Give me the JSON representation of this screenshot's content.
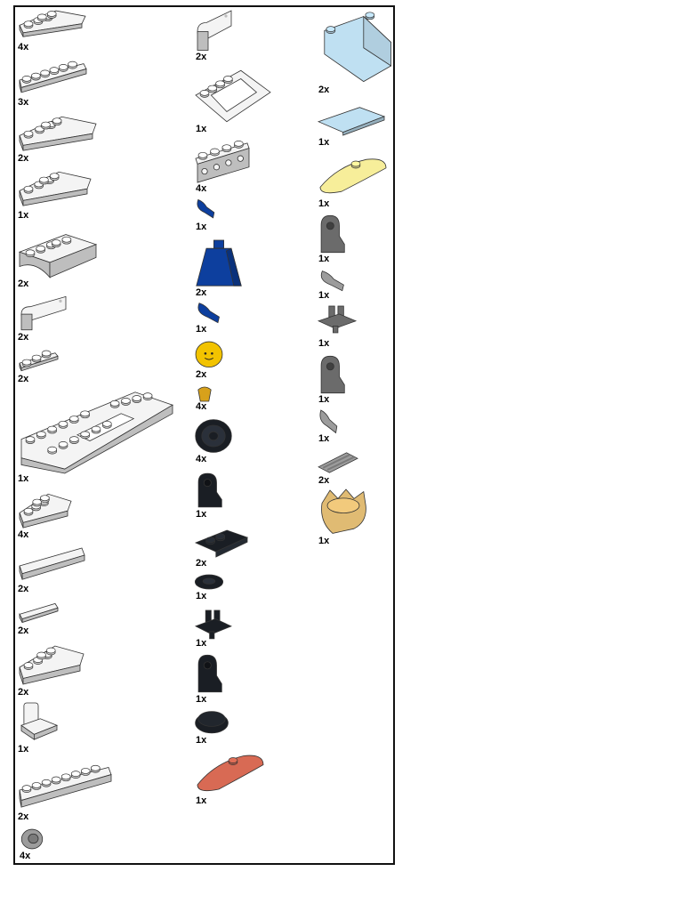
{
  "colors": {
    "white": "#f4f4f4",
    "white_shade": "#c8c8c8",
    "blue": "#0d3f9e",
    "yellow": "#f2c300",
    "pearl_gold": "#d7a11b",
    "black": "#1a1e24",
    "dark_gray": "#6b6b6b",
    "light_gray": "#9c9c9c",
    "trans_clear_blue": "#bfe0f2",
    "trans_yellow": "#f7ee9a",
    "trans_red": "#d86a54",
    "tan_gold": "#e0bb73",
    "outline": "#333333"
  },
  "columns": [
    {
      "items": [
        {
          "icon": "white-wedge-plate-icon",
          "color": "white",
          "qty": "4x"
        },
        {
          "icon": "white-plate-1x4-icon",
          "color": "white",
          "qty": "3x"
        },
        {
          "icon": "white-wedge-plate-left-icon",
          "color": "white",
          "qty": "2x"
        },
        {
          "icon": "white-wedge-plate-cut-icon",
          "color": "white",
          "qty": "1x"
        },
        {
          "icon": "white-wheel-arch-plate-icon",
          "color": "white",
          "qty": "2x"
        },
        {
          "icon": "white-door-panel-icon",
          "color": "white",
          "qty": "2x"
        },
        {
          "icon": "white-plate-1x2-icon",
          "color": "white",
          "qty": "2x"
        },
        {
          "icon": "white-large-frame-plate-icon",
          "color": "white",
          "qty": "1x"
        },
        {
          "icon": "white-wedge-plate-small-icon",
          "color": "white",
          "qty": "4x"
        },
        {
          "icon": "white-tile-1x6-icon",
          "color": "white",
          "qty": "2x"
        },
        {
          "icon": "white-tile-1x2-icon",
          "color": "white",
          "qty": "2x"
        },
        {
          "icon": "white-wedge-plate-right-icon",
          "color": "white",
          "qty": "2x"
        },
        {
          "icon": "white-bracket-clip-icon",
          "color": "white",
          "qty": "1x"
        },
        {
          "icon": "white-plate-1x8-icon",
          "color": "white",
          "qty": "2x"
        },
        {
          "icon": "light-gray-pin-connector-icon",
          "color": "light_gray",
          "qty": "4x"
        }
      ]
    },
    {
      "items": [
        {
          "icon": "gray-door-icon",
          "color": "white",
          "qty": "2x"
        },
        {
          "icon": "white-hinge-frame-icon",
          "color": "white",
          "qty": "1x"
        },
        {
          "icon": "white-technic-brick-icon",
          "color": "white",
          "qty": "4x"
        },
        {
          "icon": "blue-minifig-arm-icon",
          "color": "blue",
          "qty": "1x"
        },
        {
          "icon": "blue-minifig-torso-icon",
          "color": "blue",
          "qty": "2x"
        },
        {
          "icon": "blue-minifig-arm-right-icon",
          "color": "blue",
          "qty": "1x"
        },
        {
          "icon": "yellow-minifig-head-icon",
          "color": "yellow",
          "qty": "2x"
        },
        {
          "icon": "gold-minifig-hand-icon",
          "color": "pearl_gold",
          "qty": "4x"
        },
        {
          "icon": "black-tire-icon",
          "color": "black",
          "qty": "4x"
        },
        {
          "icon": "black-minifig-leg-icon",
          "color": "black",
          "qty": "1x"
        },
        {
          "icon": "black-plate-with-pins-icon",
          "color": "black",
          "qty": "2x"
        },
        {
          "icon": "black-round-plate-icon",
          "color": "black",
          "qty": "1x"
        },
        {
          "icon": "black-hips-icon",
          "color": "black",
          "qty": "1x"
        },
        {
          "icon": "black-minifig-leg-right-icon",
          "color": "black",
          "qty": "1x"
        },
        {
          "icon": "black-minifig-cap-icon",
          "color": "black",
          "qty": "1x"
        },
        {
          "icon": "trans-red-curved-slope-icon",
          "color": "trans_red",
          "qty": "1x"
        }
      ]
    },
    {
      "items": [
        {
          "icon": "trans-clear-windscreen-icon",
          "color": "trans_clear_blue",
          "qty": "2x"
        },
        {
          "icon": "trans-clear-tile-icon",
          "color": "trans_clear_blue",
          "qty": "1x"
        },
        {
          "icon": "trans-yellow-curved-slope-icon",
          "color": "trans_yellow",
          "qty": "1x"
        },
        {
          "icon": "dark-gray-minifig-leg-icon",
          "color": "dark_gray",
          "qty": "1x"
        },
        {
          "icon": "gray-minifig-arm-icon",
          "color": "light_gray",
          "qty": "1x"
        },
        {
          "icon": "dark-gray-hips-icon",
          "color": "dark_gray",
          "qty": "1x"
        },
        {
          "icon": "dark-gray-minifig-leg-right-icon",
          "color": "dark_gray",
          "qty": "1x"
        },
        {
          "icon": "gray-minifig-arm-right-icon",
          "color": "light_gray",
          "qty": "1x"
        },
        {
          "icon": "light-gray-grille-tile-icon",
          "color": "light_gray",
          "qty": "2x"
        },
        {
          "icon": "tan-crown-hair-icon",
          "color": "tan_gold",
          "qty": "1x"
        }
      ]
    }
  ]
}
